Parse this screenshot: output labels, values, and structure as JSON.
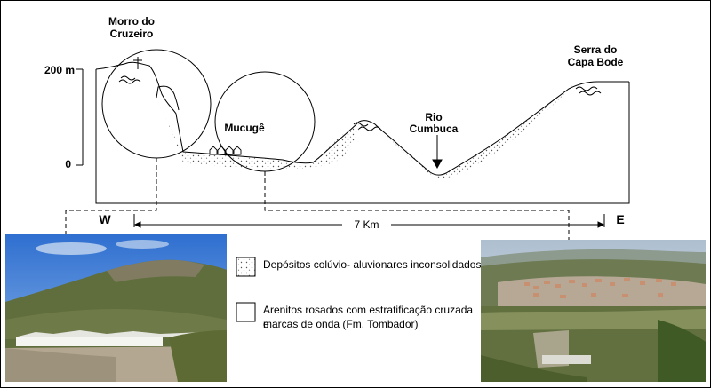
{
  "places": {
    "morro": [
      "Morro do",
      "Cruzeiro"
    ],
    "mucuge": "Mucugê",
    "rio": [
      "Rio",
      "Cumbuca"
    ],
    "serra": [
      "Serra do",
      "Capa Bode"
    ]
  },
  "scale": {
    "top": "200 m",
    "bottom": "0"
  },
  "directions": {
    "west": "W",
    "east": "E"
  },
  "distance": "7 Km",
  "legend": {
    "deposits": "Depósitos colúvio- aluvionares inconsolidados",
    "sandstone_line1": "Arenitos rosados com estratificação cruzada e",
    "sandstone_line2": "marcas de onda (Fm. Tombador)"
  },
  "colors": {
    "line": "#000000",
    "sky": "#3d7fd4",
    "vegetation": "#5a6b3a",
    "soil": "#a89a82"
  }
}
